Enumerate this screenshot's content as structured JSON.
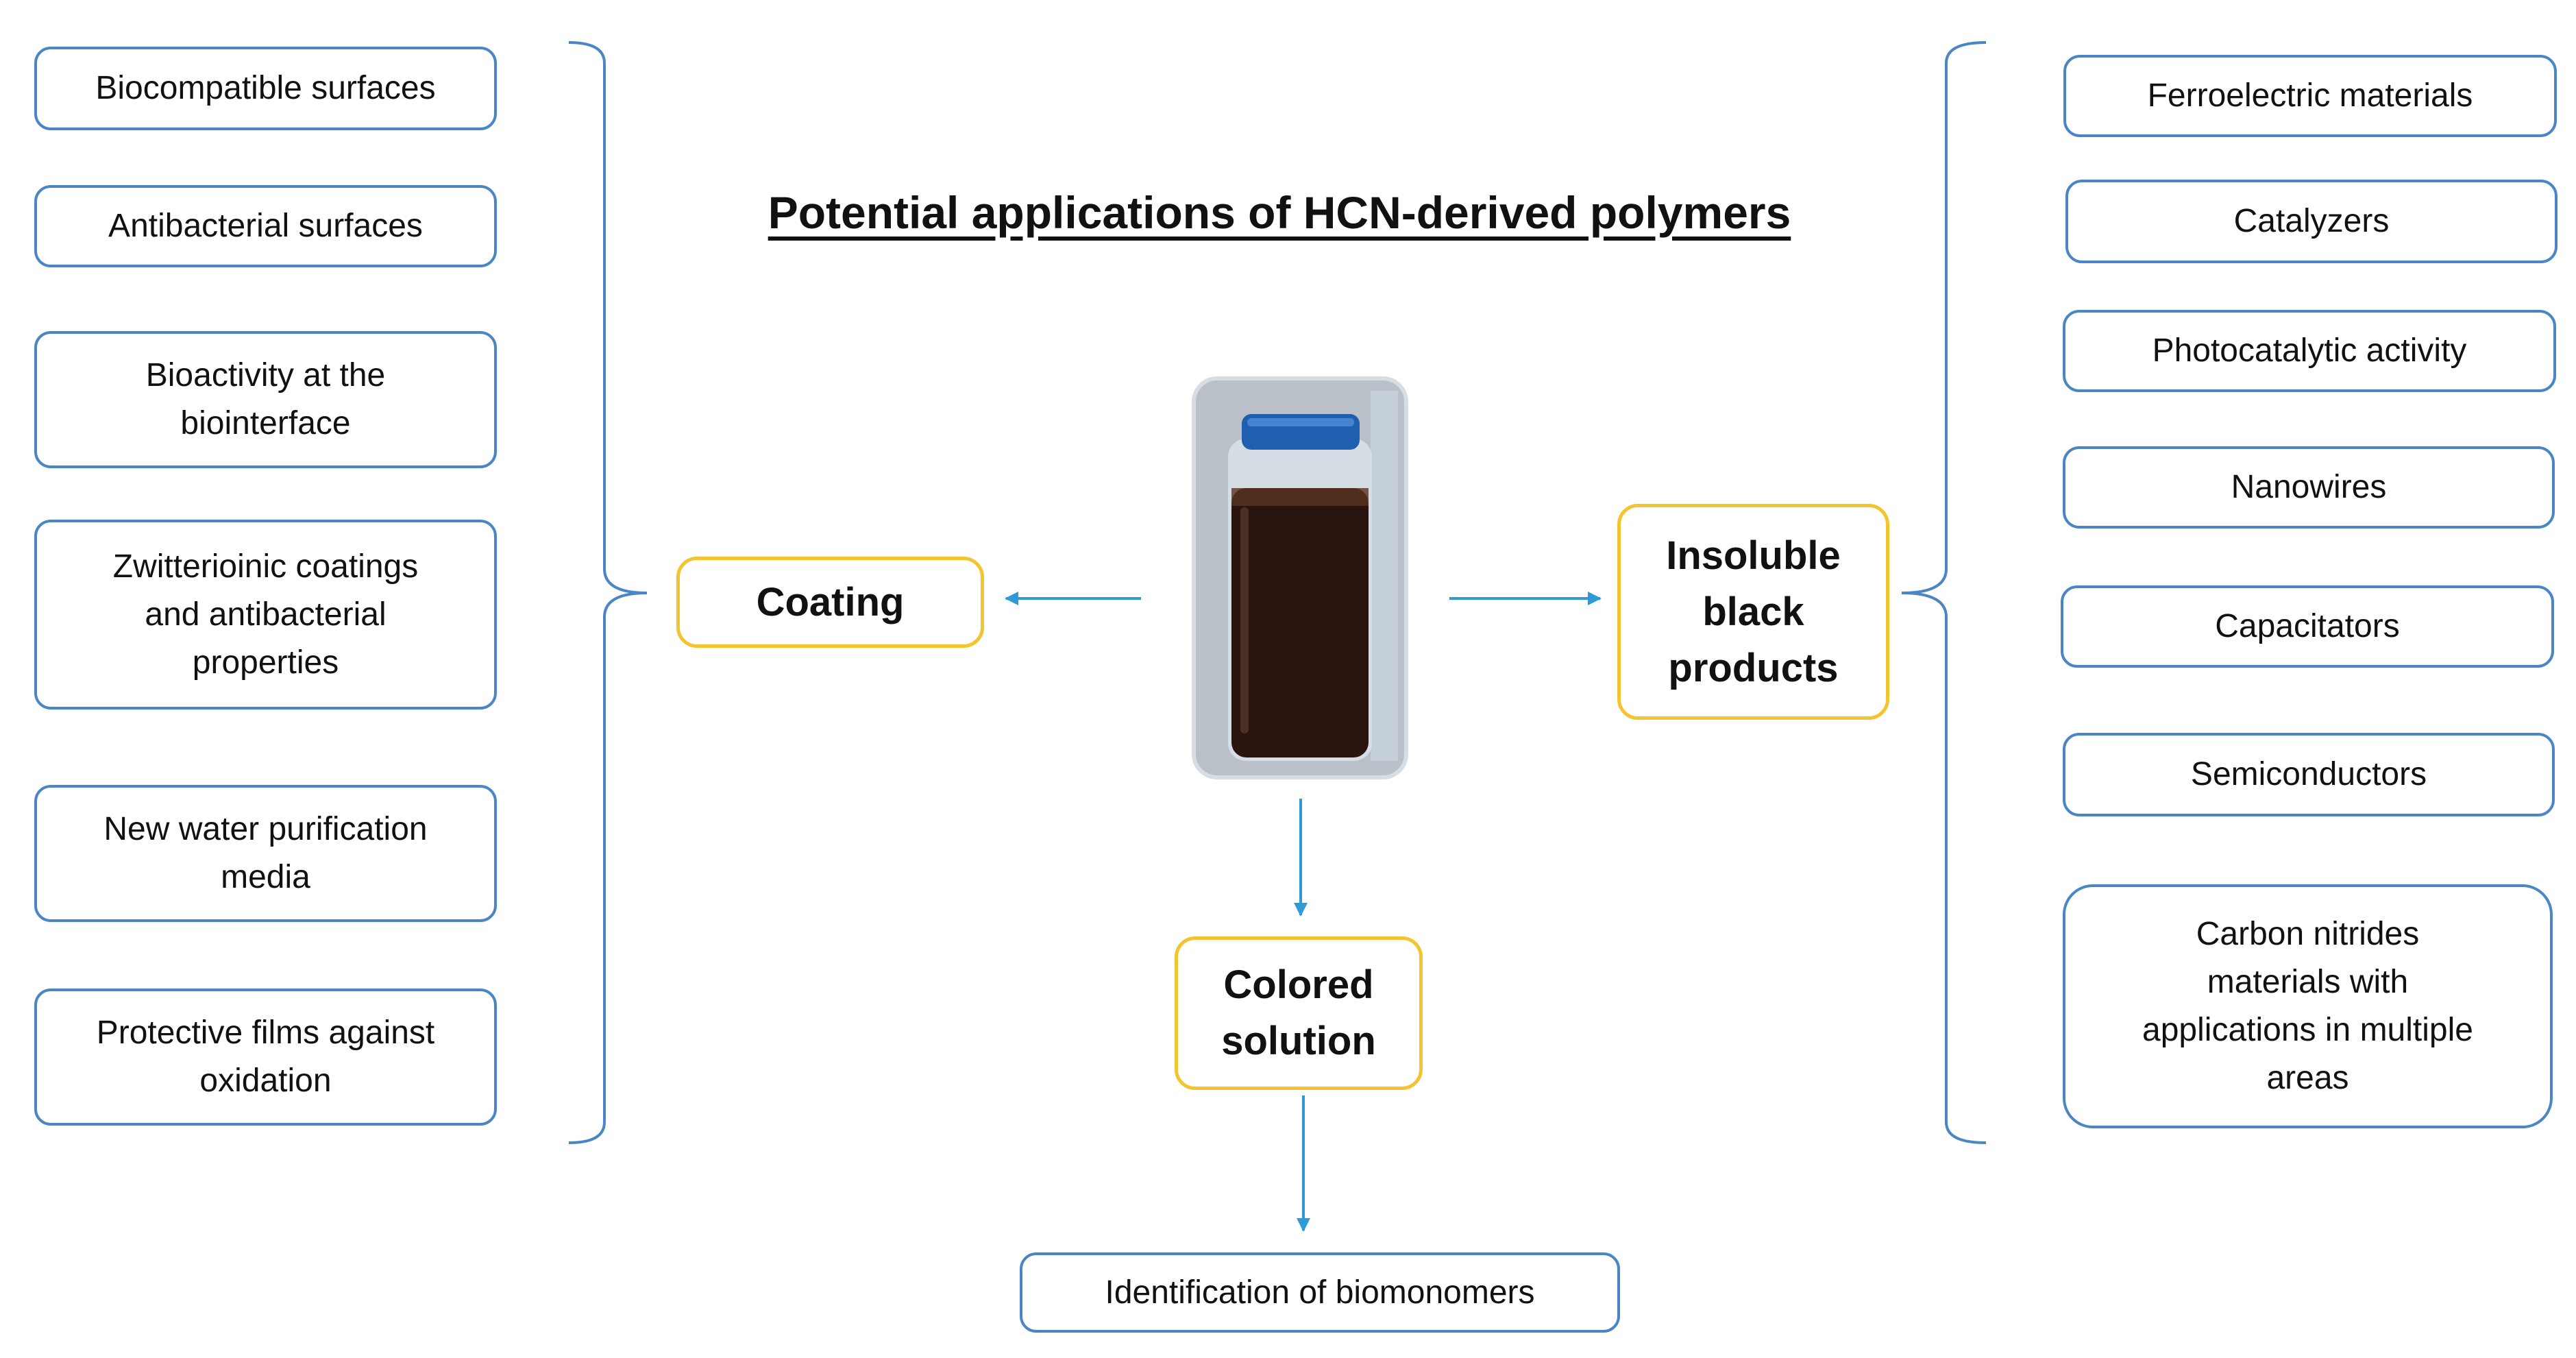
{
  "title": "Potential applications of HCN-derived polymers",
  "categories": {
    "coating": "Coating",
    "insoluble": "Insoluble\nblack\nproducts",
    "colored": "Colored\nsolution"
  },
  "coating_applications": [
    "Biocompatible surfaces",
    "Antibacterial surfaces",
    "Bioactivity at the\nbiointerface",
    "Zwitterioinic coatings\nand antibacterial\nproperties",
    "New water purification\nmedia",
    "Protective films against\noxidation"
  ],
  "insoluble_applications": [
    "Ferroelectric materials",
    "Catalyzers",
    "Photocatalytic activity",
    "Nanowires",
    "Capacitators",
    "Semiconductors",
    "Carbon nitrides\nmaterials with\napplications in multiple\nareas"
  ],
  "colored_applications": [
    "Identification of biomonomers"
  ],
  "colors": {
    "box_border": "#4a86c6",
    "category_border": "#f4c430",
    "arrow": "#2e9ad8",
    "vial_cap": "#1f5fb0",
    "vial_liquid": "#2a1410"
  }
}
